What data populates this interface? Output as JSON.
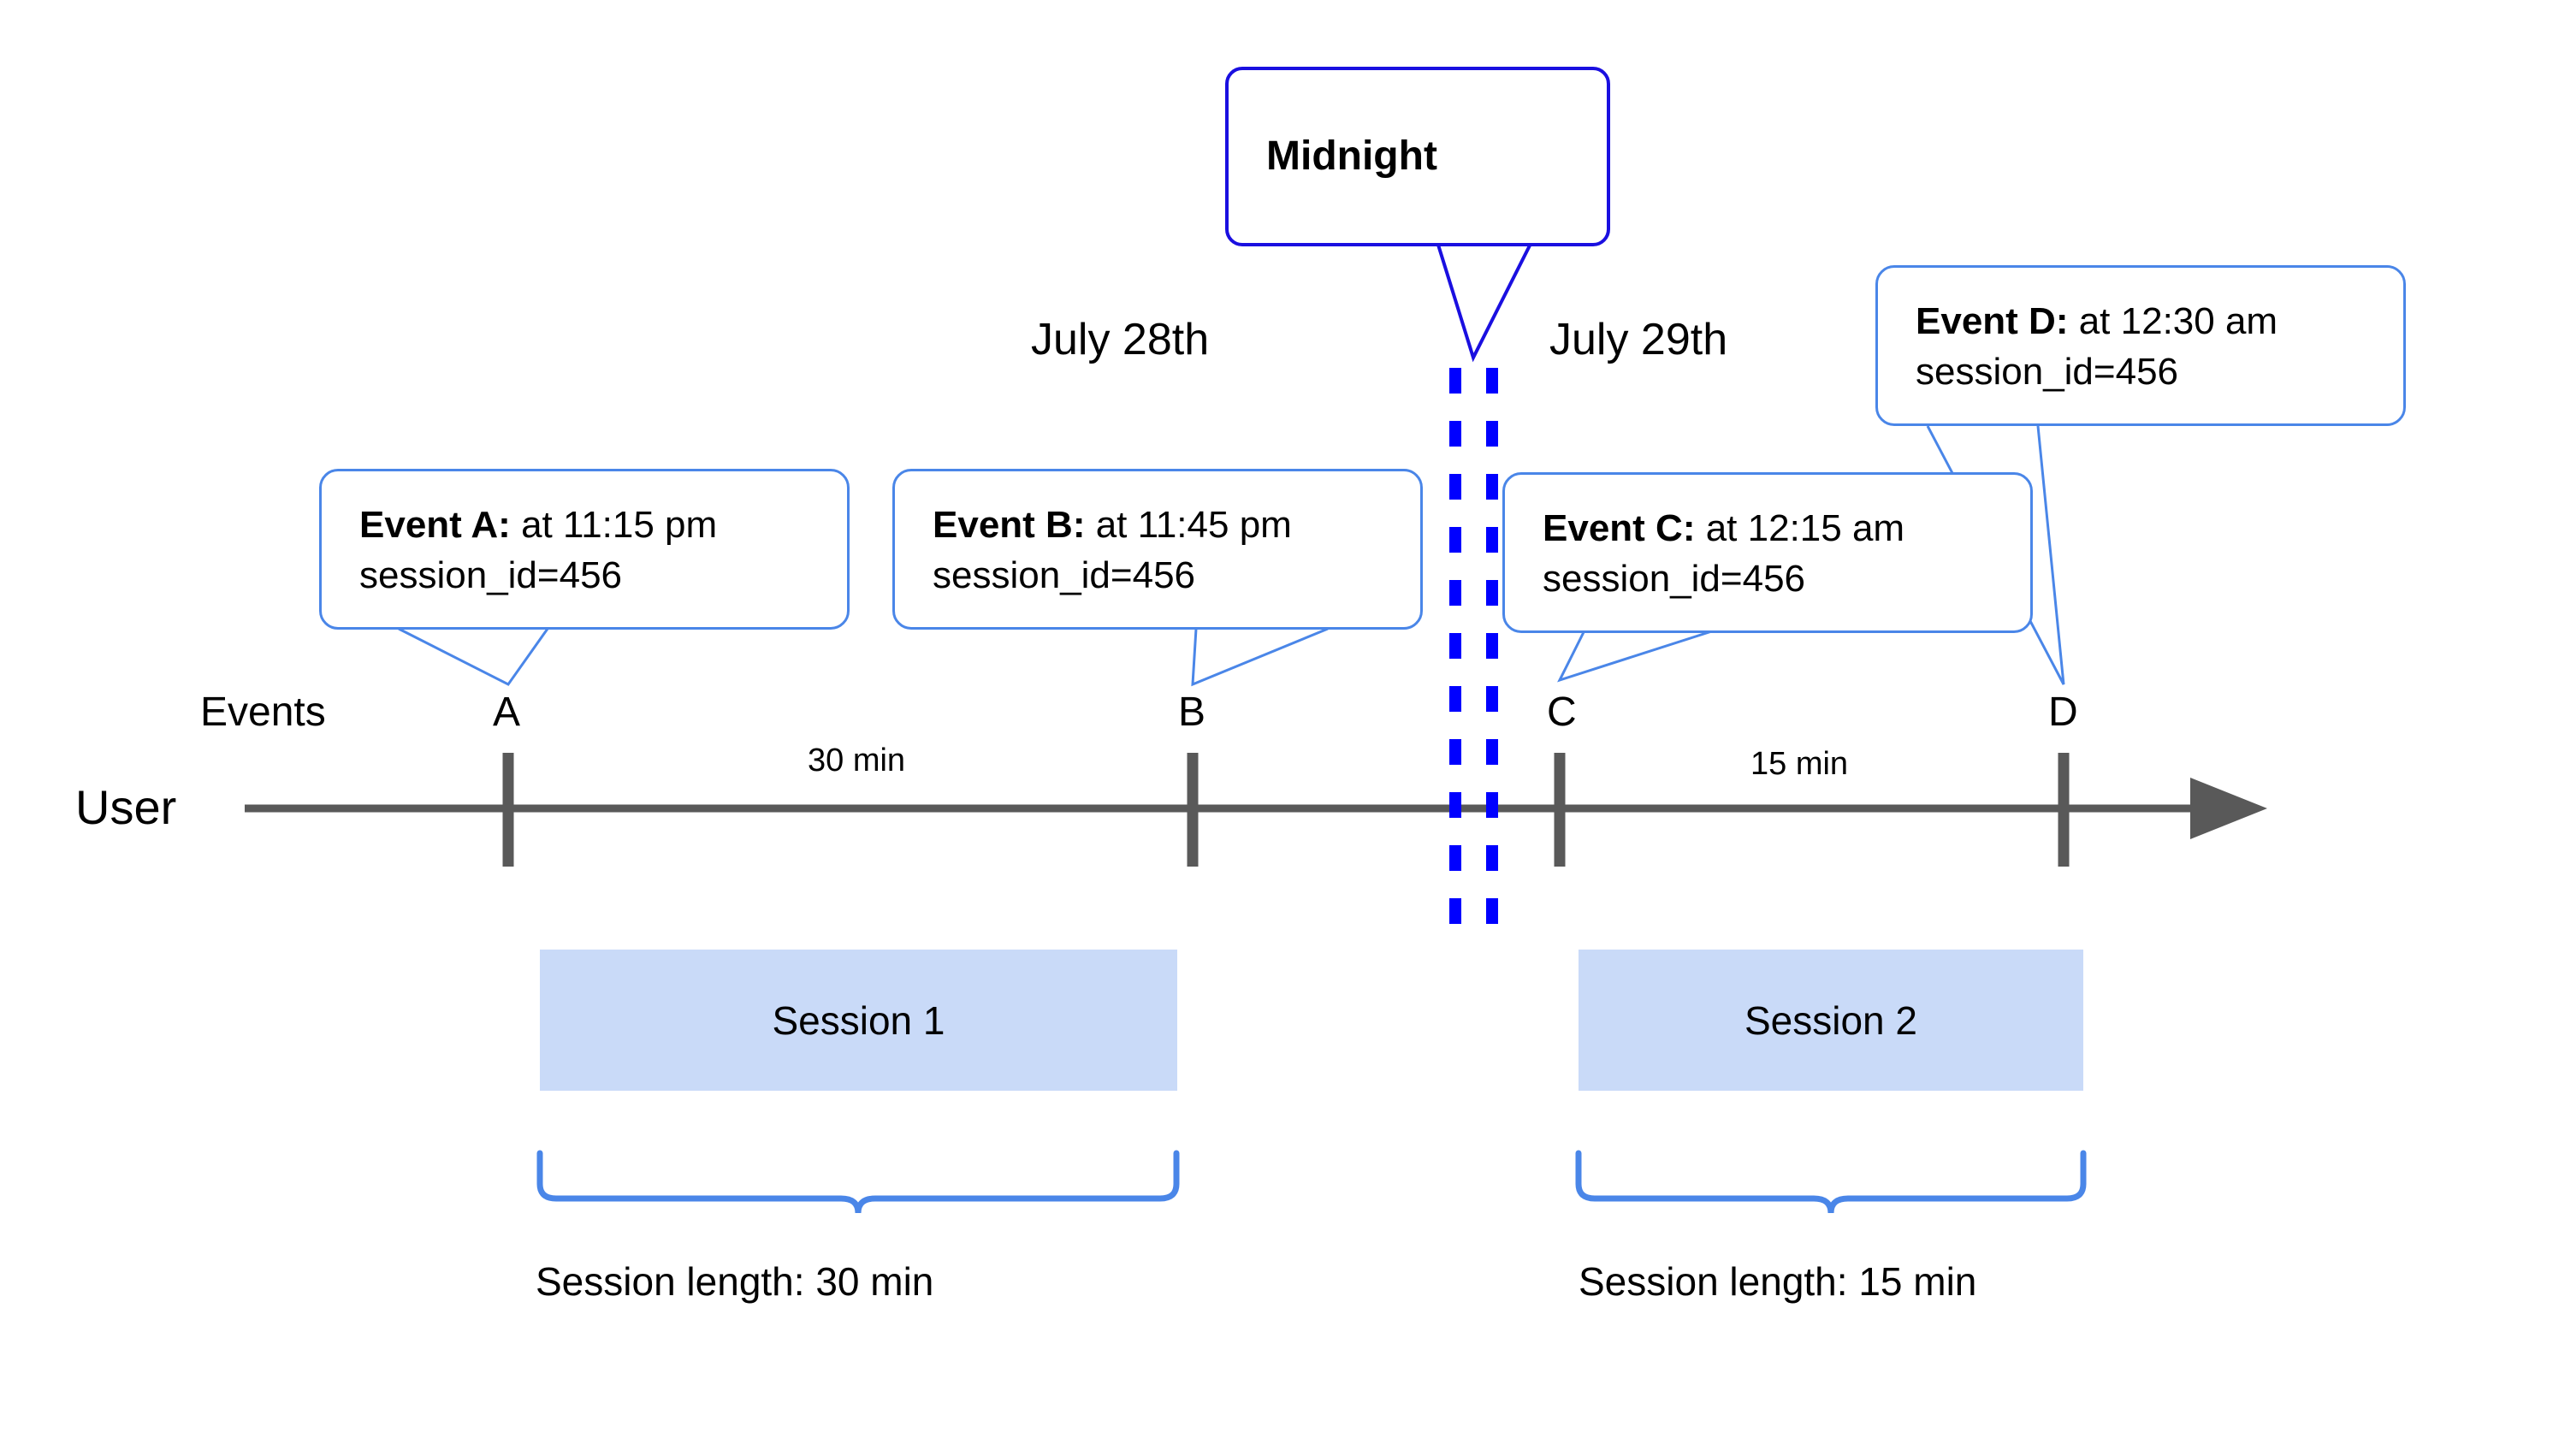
{
  "diagram": {
    "title_callout": {
      "label": "Midnight"
    },
    "row_labels": {
      "events": "Events",
      "user": "User"
    },
    "dates": [
      {
        "id": "july28",
        "label": "July 28th"
      },
      {
        "id": "july29",
        "label": "July 29th"
      }
    ],
    "events": [
      {
        "id": "A",
        "marker": "A",
        "bold": "Event A:",
        "detail": " at 11:15 pm",
        "line2": "session_id=456"
      },
      {
        "id": "B",
        "marker": "B",
        "bold": "Event B:",
        "detail": " at 11:45 pm",
        "line2": "session_id=456"
      },
      {
        "id": "C",
        "marker": "C",
        "bold": "Event C:",
        "detail": " at 12:15 am",
        "line2": "session_id=456"
      },
      {
        "id": "D",
        "marker": "D",
        "bold": "Event D:",
        "detail": " at 12:30 am",
        "line2": "session_id=456"
      }
    ],
    "durations": [
      {
        "id": "ab",
        "label": "30 min"
      },
      {
        "id": "cd",
        "label": "15 min"
      }
    ],
    "sessions": [
      {
        "id": "s1",
        "label": "Session 1",
        "length_label": "Session length: 30 min"
      },
      {
        "id": "s2",
        "label": "Session 2",
        "length_label": "Session length: 15 min"
      }
    ],
    "colors": {
      "callout_border": "#4a86e8",
      "midnight_border": "#1a0fe0",
      "midnight_dash": "#0000ff",
      "session_fill": "#c9daf8",
      "axis": "#595959",
      "brace": "#4a86e8",
      "text": "#000000"
    }
  }
}
